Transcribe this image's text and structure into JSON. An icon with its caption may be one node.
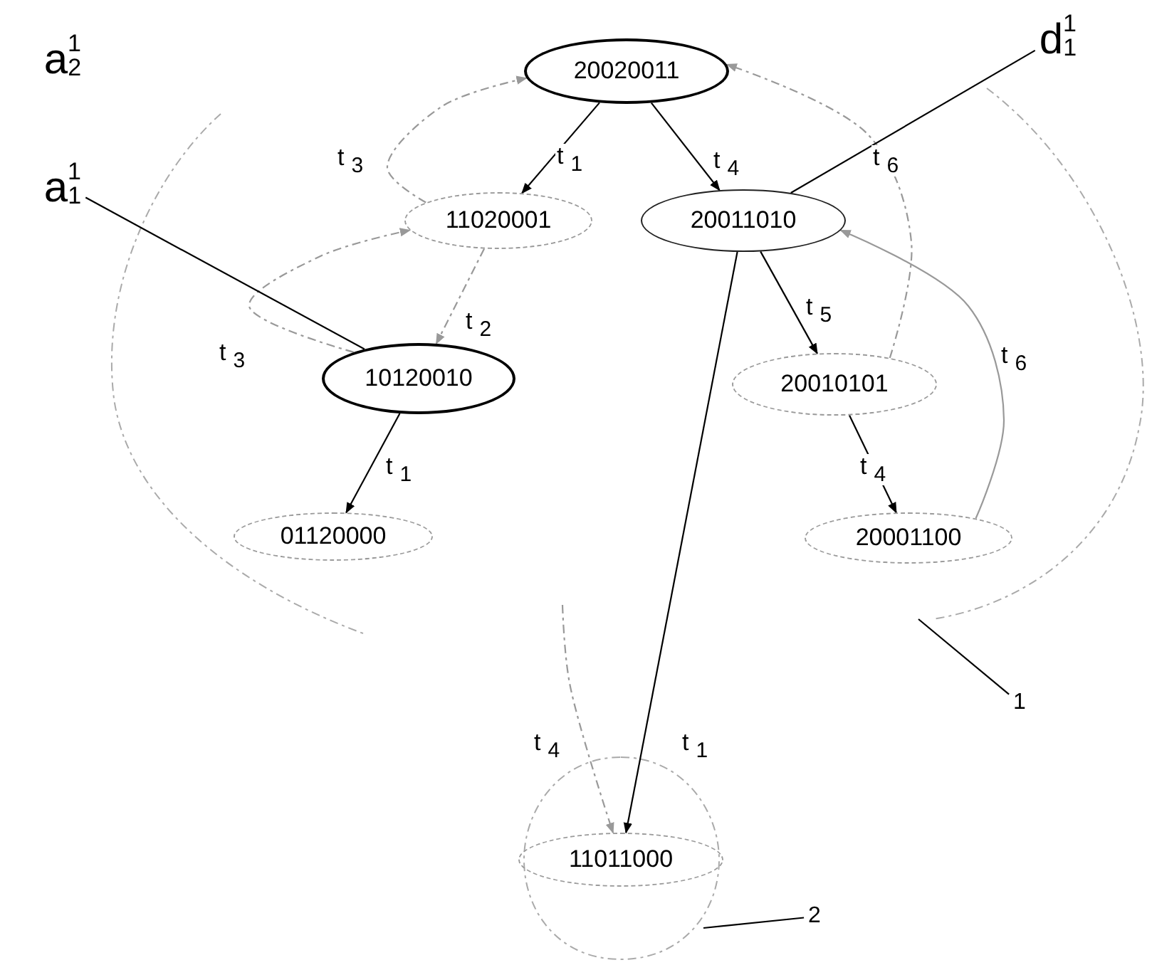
{
  "diagram": {
    "nodes": [
      {
        "text": [
          "20020011"
        ]
      },
      {
        "text": [
          "11020001"
        ]
      },
      {
        "text": [
          "20011010"
        ]
      },
      {
        "text": [
          "10120010"
        ]
      },
      {
        "text": [
          "20010101"
        ]
      },
      {
        "text": [
          "01120000"
        ]
      },
      {
        "text": [
          "20001100"
        ]
      },
      {
        "text": [
          "11011000"
        ]
      },
      {
        "text": [
          "a$^{1}$$_{1}$"
        ]
      },
      {
        "text": [
          "d$^{1}$$_{1}$"
        ]
      },
      {
        "text": [
          "1"
        ]
      },
      {
        "text": [
          "2"
        ]
      }
    ],
    "edges": [
      {
        "from": 0,
        "to": 1,
        "arrow": "to",
        "label": "t$_{1}$"
      },
      {
        "from": 0,
        "to": 2,
        "arrow": "to",
        "label": "t$_{4}$"
      },
      {
        "from": 1,
        "to": 3,
        "arrow": "to",
        "label": "t$_{2}$",
        "style": "dashed",
        "color": "#999999"
      },
      {
        "from": 3,
        "to": 1,
        "arrow": "to",
        "label": "t$_{3}$",
        "style": "dashed",
        "color": "#999999"
      },
      {
        "from": 1,
        "to": 0,
        "arrow": "to",
        "label": "t$_{3}$",
        "style": "dashed",
        "color": "#999999"
      },
      {
        "from": 3,
        "to": 5,
        "arrow": "to",
        "label": "t$_{1}$"
      },
      {
        "from": 2,
        "to": 4,
        "arrow": "to",
        "label": "t$_{5}$"
      },
      {
        "from": 4,
        "to": 6,
        "arrow": "to",
        "label": "t$_{4}$"
      },
      {
        "from": 4,
        "to": 0,
        "arrow": "to",
        "label": "t$_{6}$",
        "style": "dashed",
        "color": "#999999"
      },
      {
        "from": 6,
        "to": 2,
        "arrow": "to",
        "label": "t$_{6}$",
        "color": "#999999"
      },
      {
        "from": 2,
        "to": 7,
        "arrow": "to",
        "label": "t$_{1}$"
      },
      {
        "from": null,
        "to": 7,
        "arrow": "to",
        "label": "t$_{4}$",
        "style": "dashed",
        "color": "#999999"
      },
      {
        "from": 8,
        "to": 3,
        "arrow": "none"
      },
      {
        "from": 9,
        "to": 2,
        "arrow": "none"
      },
      {
        "from": 10,
        "to": null,
        "arrow": "none"
      },
      {
        "from": 11,
        "to": null,
        "arrow": "none"
      }
    ],
    "labels": [
      "a$^{1}$$_{2}$"
    ]
  }
}
